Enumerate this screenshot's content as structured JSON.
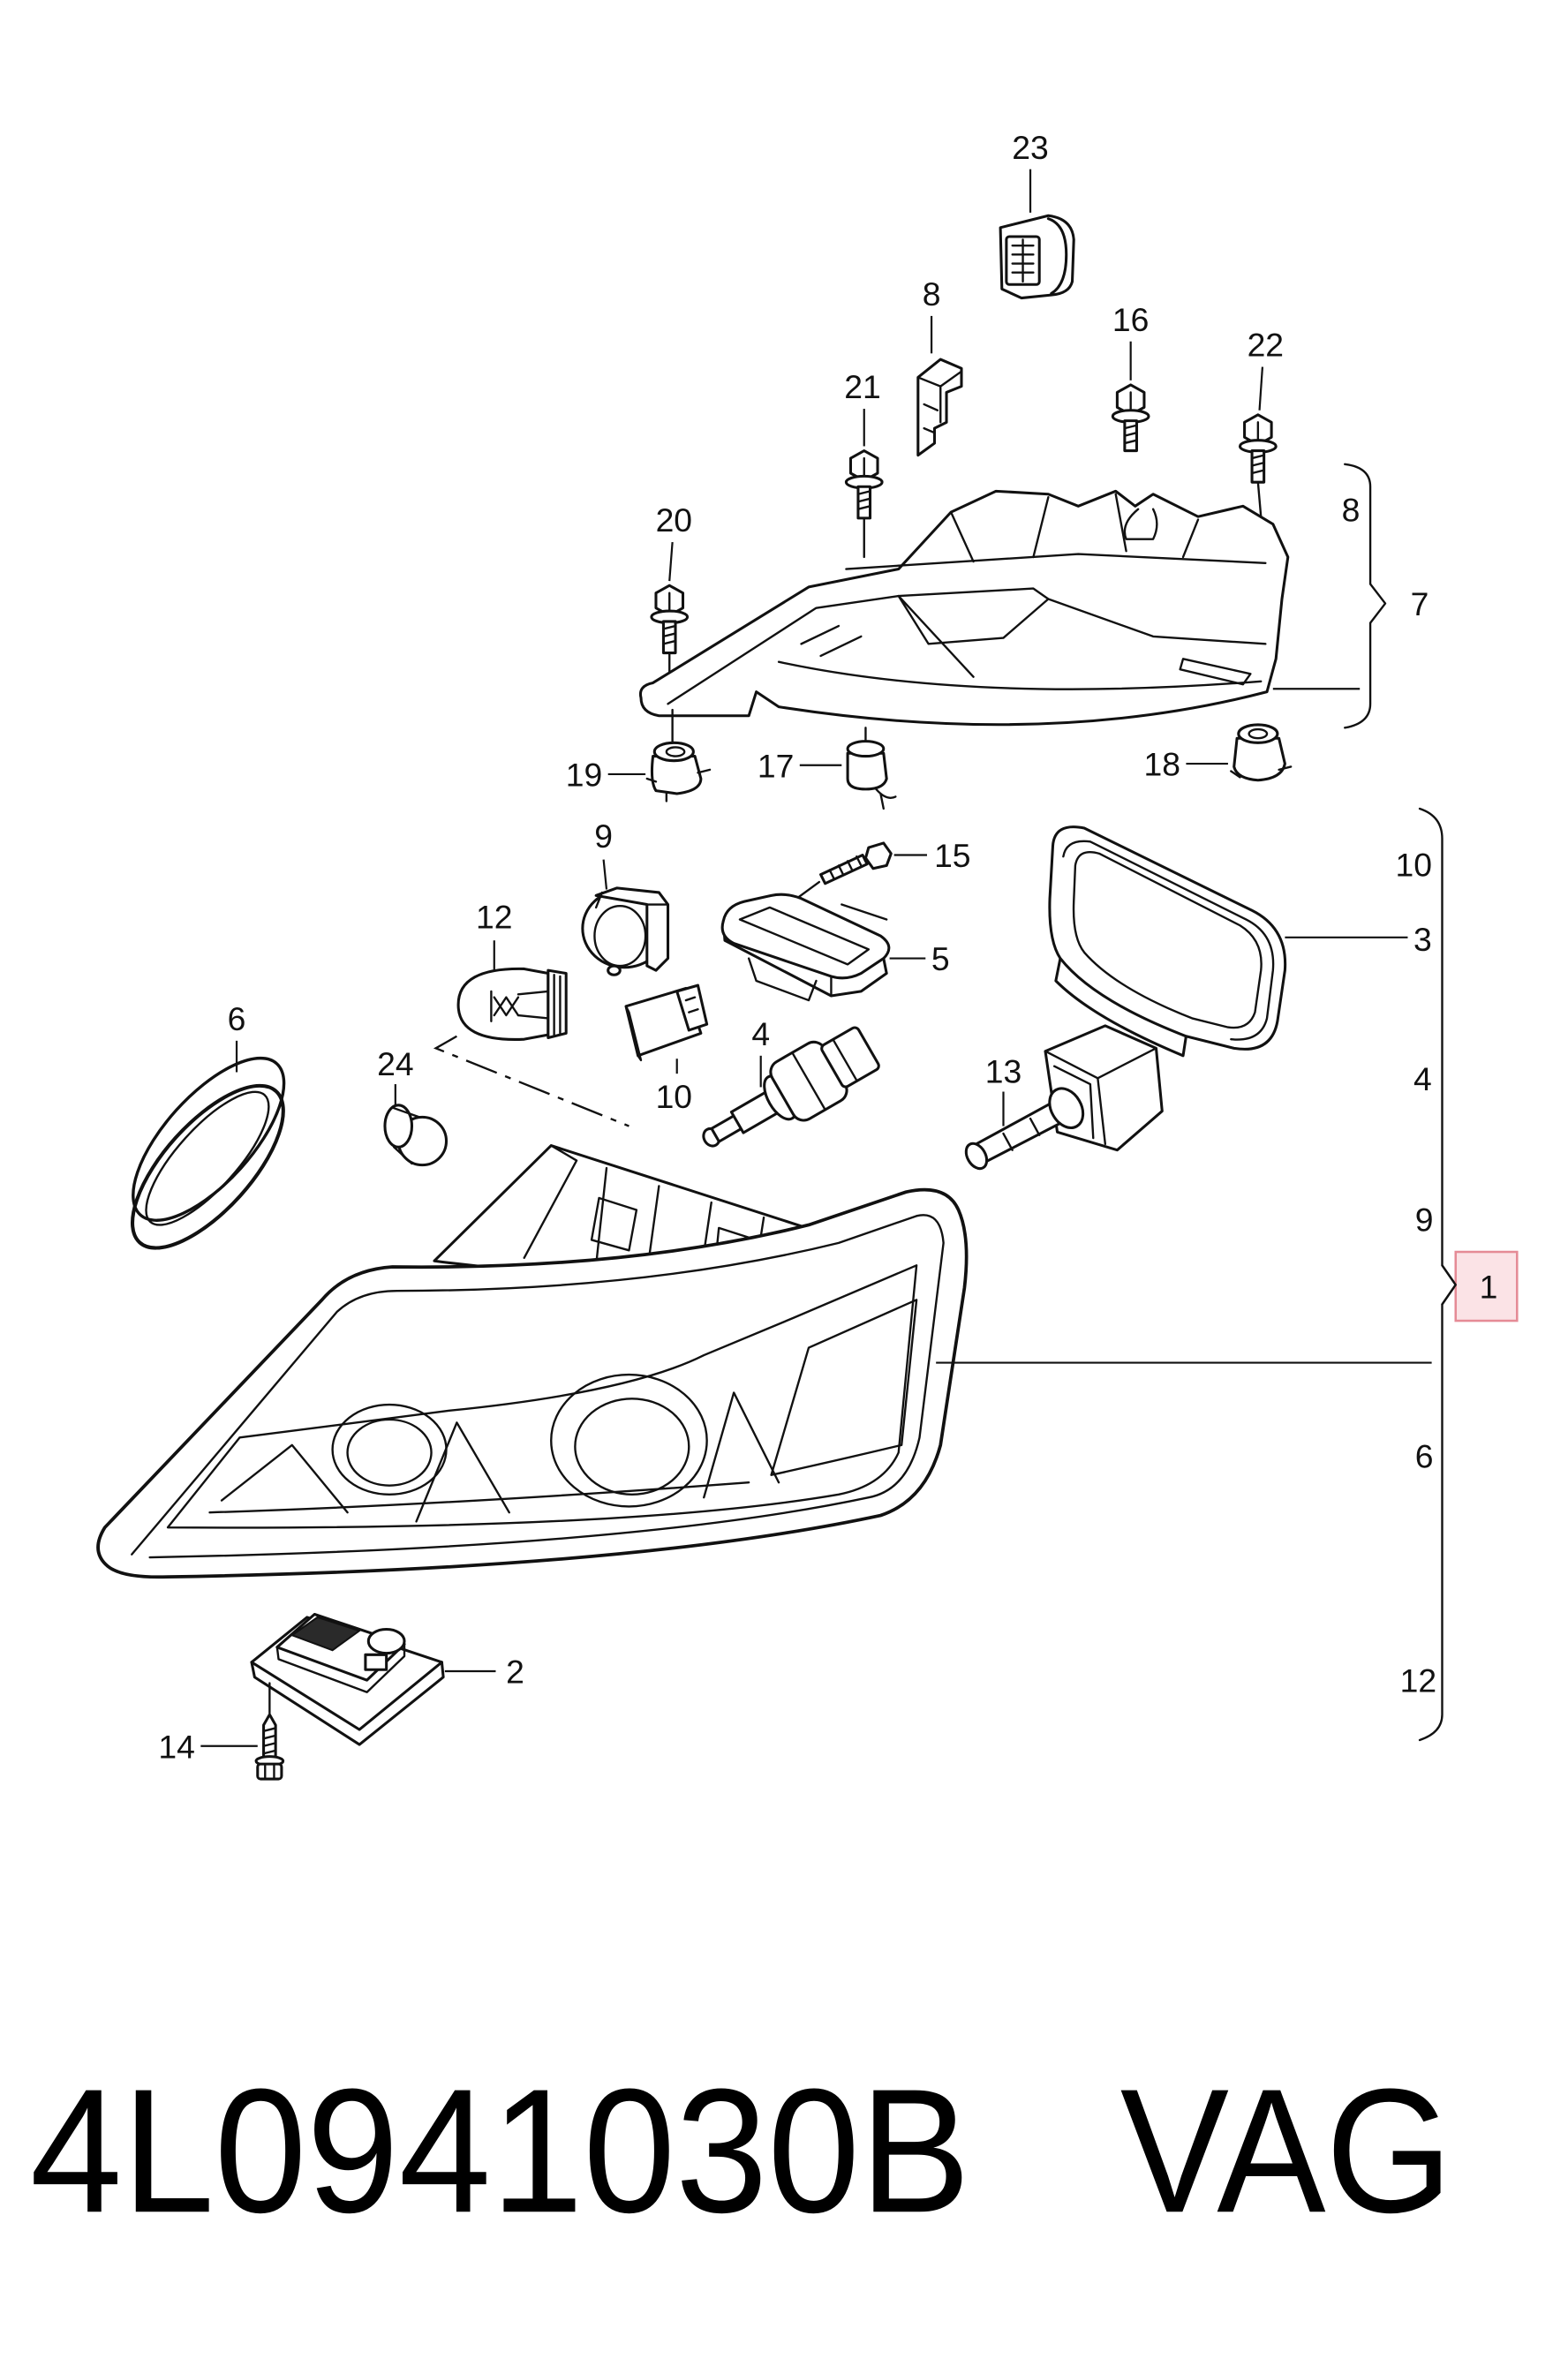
{
  "callouts": [
    "23",
    "8",
    "16",
    "22",
    "21",
    "20",
    "19",
    "17",
    "18",
    "9",
    "15",
    "12",
    "5",
    "6",
    "4",
    "24",
    "13",
    "10",
    "2",
    "14"
  ],
  "bracket_upper": {
    "items": [
      "8",
      "7"
    ]
  },
  "bracket_right": {
    "items": [
      "10",
      "3",
      "4",
      "9",
      "6",
      "12"
    ],
    "label": "1"
  },
  "highlight": {
    "fill": "#fbe3e6",
    "stroke": "#e58b96"
  },
  "part_number": "4L0941030B",
  "brand": "VAG"
}
